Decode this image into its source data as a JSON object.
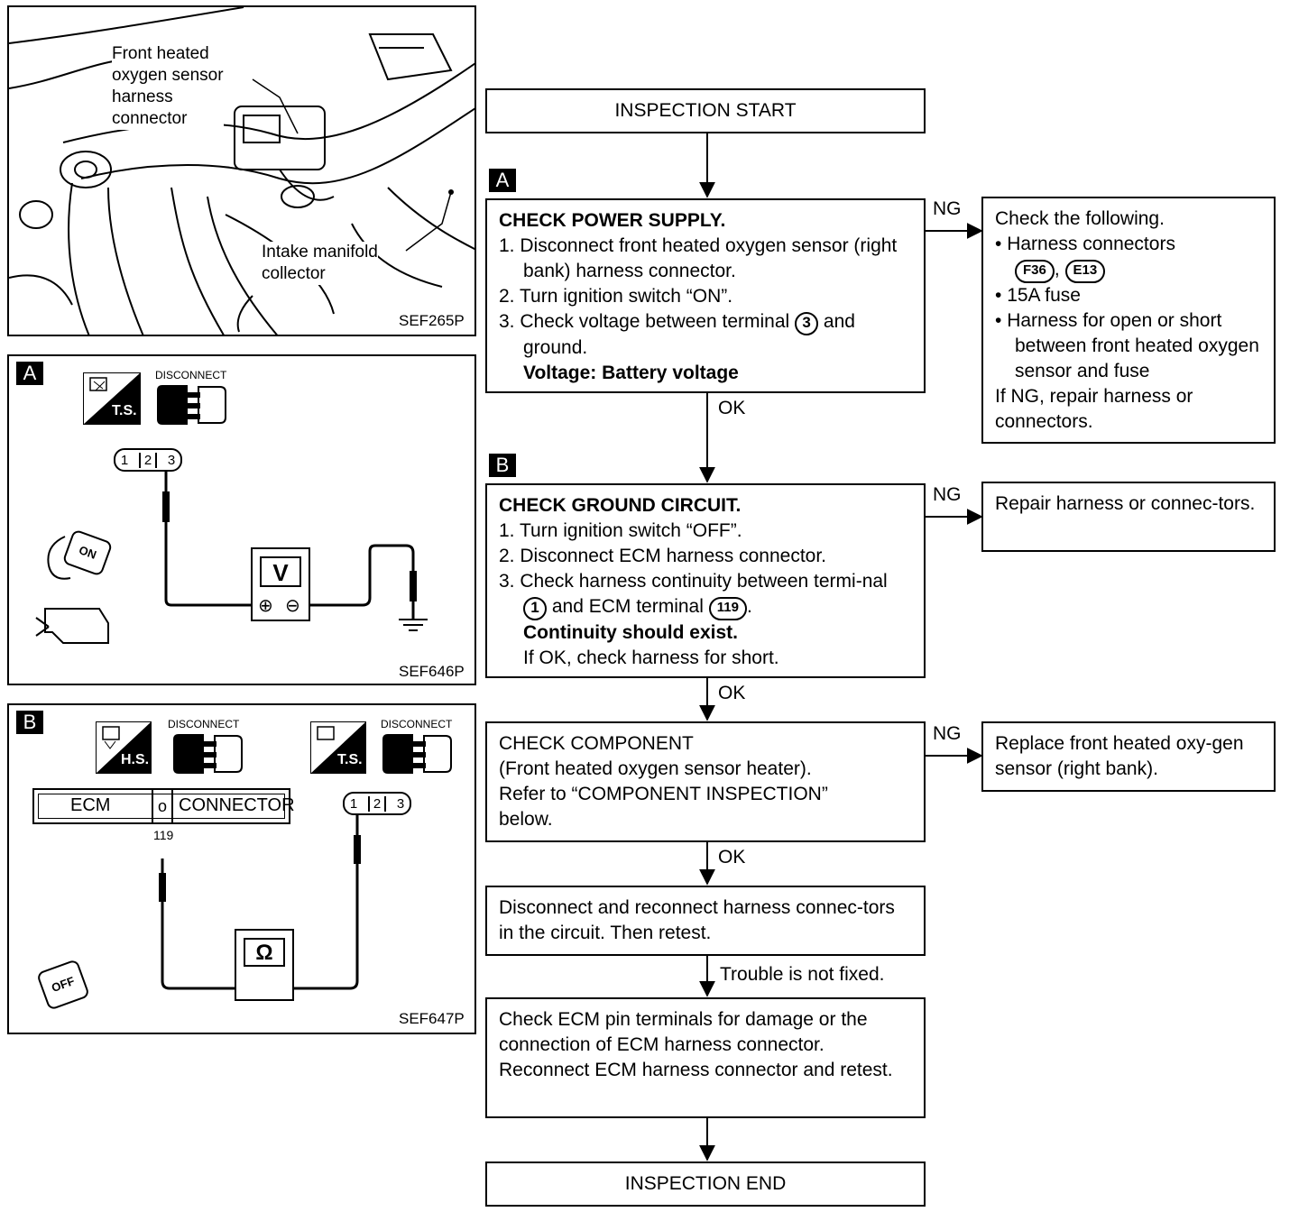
{
  "photo_panel": {
    "label_sensor": [
      "Front heated",
      "oxygen sensor",
      "harness",
      "connector"
    ],
    "label_manifold": [
      "Intake manifold",
      "collector"
    ],
    "code": "SEF265P"
  },
  "panel_a": {
    "tag": "A",
    "disconnect_label": "DISCONNECT",
    "ts_label": "T.S.",
    "pins": [
      "1",
      "2",
      "3"
    ],
    "meter_symbol": "V",
    "plus": "⊕",
    "minus": "⊖",
    "key_label": "ON",
    "code": "SEF646P"
  },
  "panel_b": {
    "tag": "B",
    "disconnect_label_1": "DISCONNECT",
    "disconnect_label_2": "DISCONNECT",
    "hs_label": "H.S.",
    "ts_label": "T.S.",
    "ecm_label": "ECM",
    "connector_label": "CONNECTOR",
    "ecm_terminal": "119",
    "pins": [
      "1",
      "2",
      "3"
    ],
    "meter_symbol": "Ω",
    "key_label": "OFF",
    "code": "SEF647P"
  },
  "flow": {
    "start": "INSPECTION START",
    "end": "INSPECTION END",
    "tag_a": "A",
    "tag_b": "B",
    "ng": "NG",
    "ok": "OK",
    "trouble": "Trouble is not fixed.",
    "power": {
      "title": "CHECK POWER SUPPLY.",
      "s1_num": "1.",
      "s1": "Disconnect front heated oxygen sensor (right bank) harness connector.",
      "s2_num": "2.",
      "s2": "Turn ignition switch “ON”.",
      "s3_num": "3.",
      "s3_a": "Check voltage between terminal",
      "s3_term": "3",
      "s3_b": "and ground.",
      "spec": "Voltage: Battery voltage"
    },
    "power_ng": {
      "intro": "Check the following.",
      "b1": "Harness connectors",
      "conn1": "F36",
      "conn2": "E13",
      "b2": "15A fuse",
      "b3": "Harness for open or short between front heated oxygen sensor and fuse",
      "outro": "If NG, repair harness or connectors."
    },
    "ground": {
      "title": "CHECK GROUND CIRCUIT.",
      "s1_num": "1.",
      "s1": "Turn ignition switch “OFF”.",
      "s2_num": "2.",
      "s2": "Disconnect ECM harness connector.",
      "s3_num": "3.",
      "s3_a": "Check harness continuity between termi-nal",
      "s3_term": "1",
      "s3_b": "and ECM terminal",
      "s3_ecm": "119",
      "s3_c": ".",
      "spec": "Continuity should exist.",
      "note": "If OK, check harness for short."
    },
    "ground_ng": "Repair harness or connec-tors.",
    "component": {
      "l1": "CHECK COMPONENT",
      "l2": "(Front heated oxygen sensor heater).",
      "l3": "Refer to “COMPONENT INSPECTION”",
      "l4": "below."
    },
    "component_ng": "Replace front heated oxy-gen sensor (right bank).",
    "reconnect": "Disconnect and reconnect harness connec-tors in the circuit. Then retest.",
    "ecm_check": "Check ECM pin terminals for damage or the connection of ECM harness connector. Reconnect ECM harness connector and retest."
  }
}
